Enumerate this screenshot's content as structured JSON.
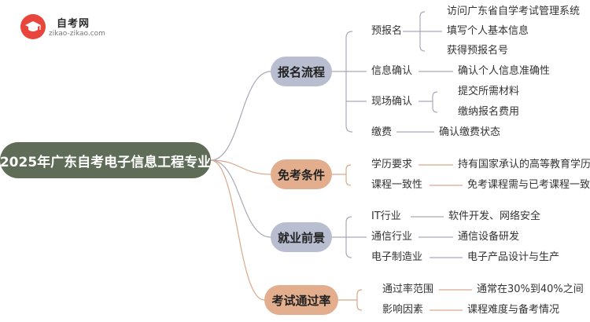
{
  "logo": {
    "title": "自考网",
    "url": "zikao-zikao.com"
  },
  "root": {
    "label": "2025年广东自考电子信息工程专业"
  },
  "branches": [
    {
      "label": "报名流程",
      "children": [
        {
          "label": "预报名",
          "details": [
            "访问广东省自学考试管理系统",
            "填写个人基本信息",
            "获得预报名号"
          ]
        },
        {
          "label": "信息确认",
          "details": [
            "确认个人信息准确性"
          ]
        },
        {
          "label": "现场确认",
          "details": [
            "提交所需材料",
            "缴纳报名费用"
          ]
        },
        {
          "label": "缴费",
          "details": [
            "确认缴费状态"
          ]
        }
      ]
    },
    {
      "label": "免考条件",
      "children": [
        {
          "label": "学历要求",
          "details": [
            "持有国家承认的高等教育学历"
          ]
        },
        {
          "label": "课程一致性",
          "details": [
            "免考课程需与已考课程一致"
          ]
        }
      ]
    },
    {
      "label": "就业前景",
      "children": [
        {
          "label": "IT行业",
          "details": [
            "软件开发、网络安全"
          ]
        },
        {
          "label": "通信行业",
          "details": [
            "通信设备研发"
          ]
        },
        {
          "label": "电子制造业",
          "details": [
            "电子产品设计与生产"
          ]
        }
      ]
    },
    {
      "label": "考试通过率",
      "children": [
        {
          "label": "通过率范围",
          "details": [
            "通常在30%到40%之间"
          ]
        },
        {
          "label": "影响因素",
          "details": [
            "课程难度与备考情况"
          ]
        }
      ]
    }
  ]
}
